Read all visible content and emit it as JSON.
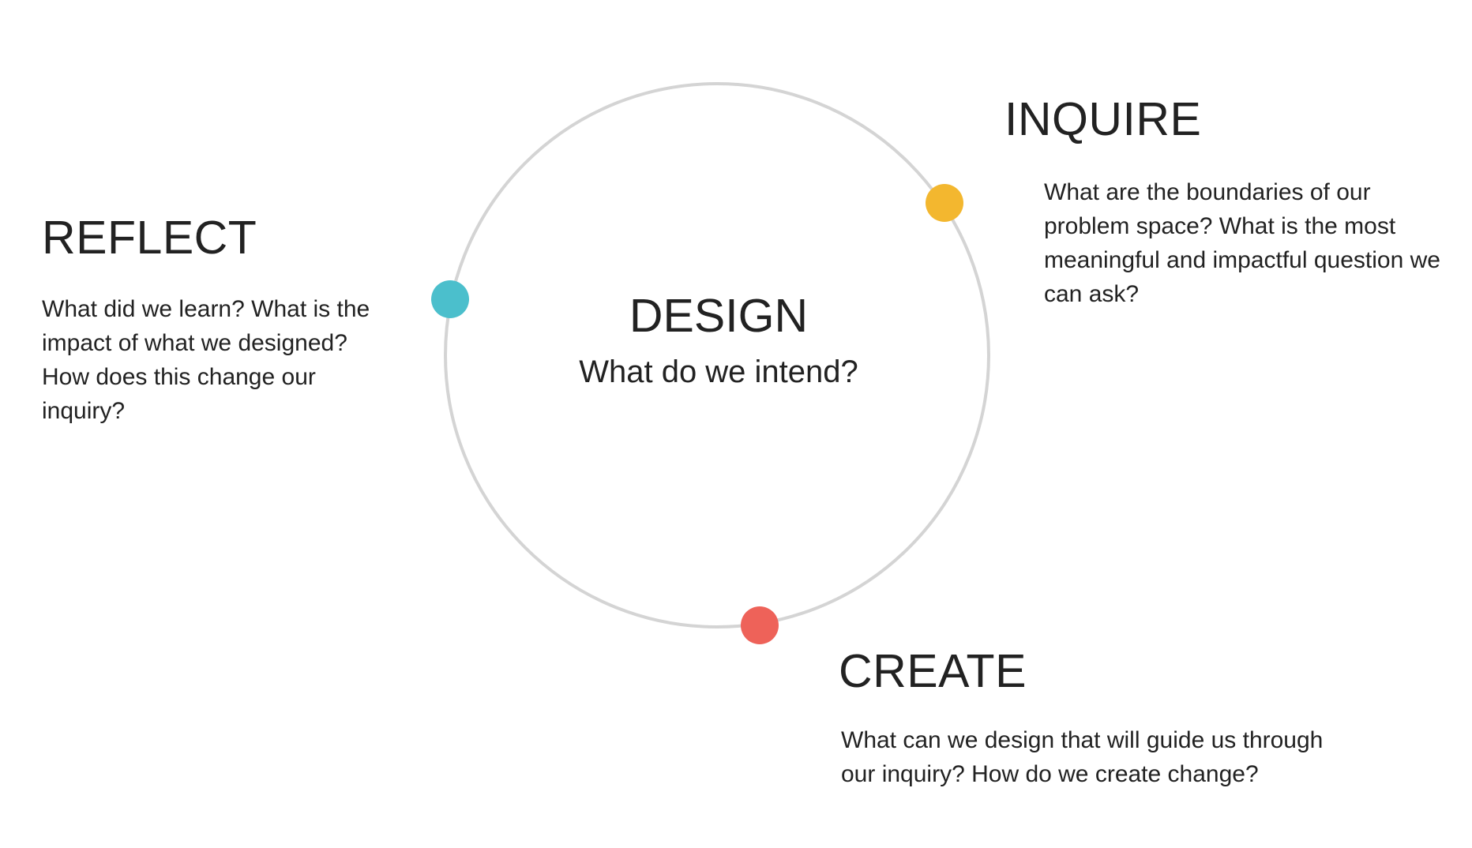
{
  "center": {
    "title": "DESIGN",
    "subtitle": "What do we intend?"
  },
  "stages": {
    "inquire": {
      "title": "INQUIRE",
      "description": "What are the boundaries of our problem space? What is the most meaningful and impactful question we can ask?",
      "color": "#F3B72F"
    },
    "reflect": {
      "title": "REFLECT",
      "description": "What did we learn? What is the impact of what we designed? How does this change our inquiry?",
      "color": "#4BBFCC"
    },
    "create": {
      "title": "CREATE",
      "description": "What can we design that will guide us through our inquiry? How do we create change?",
      "color": "#EE6259"
    }
  },
  "cycle_color": "#D4D4D4"
}
